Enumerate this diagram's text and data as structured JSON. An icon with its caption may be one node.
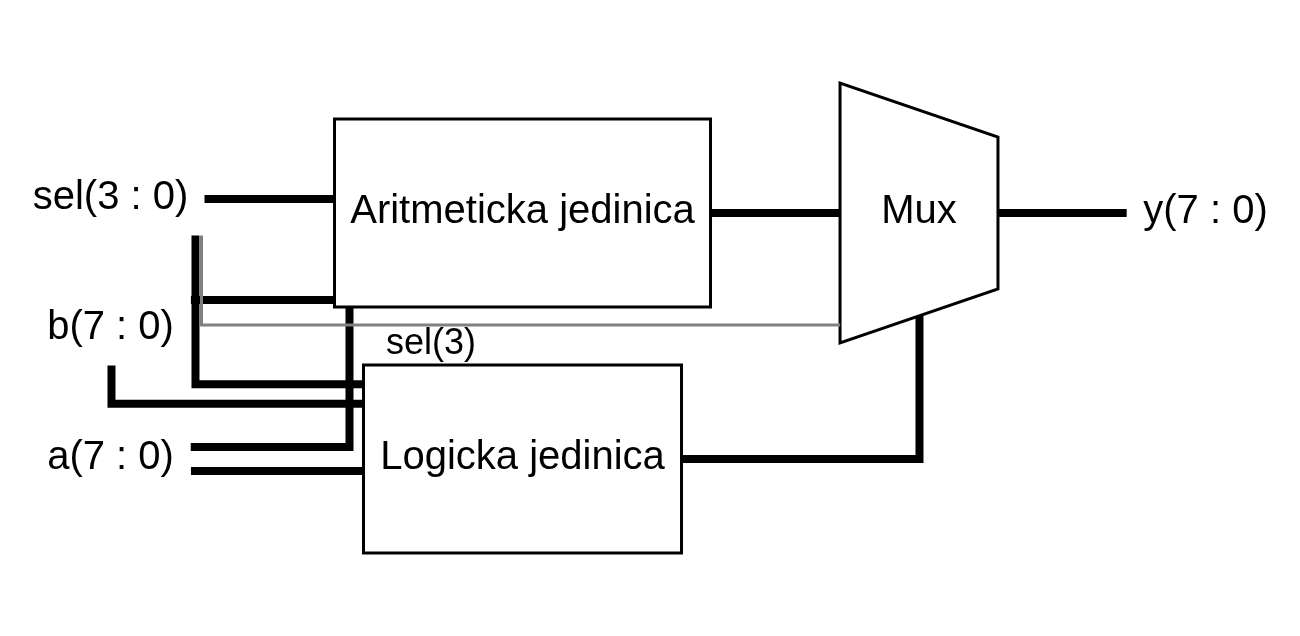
{
  "diagram": {
    "nodes": [
      {
        "text": [
          "a(7 : 0)"
        ]
      },
      {
        "text": [
          "b(7 : 0)"
        ]
      },
      {
        "text": [
          "sel(3 : 0)"
        ]
      },
      {
        "text": [
          "Logicka jedinica"
        ]
      },
      {
        "text": [
          "Aritmeticka jedinica"
        ]
      },
      {
        "text": [
          "Mux"
        ]
      },
      {
        "text": [
          "y(7 : 0)"
        ]
      }
    ],
    "edges": [
      {
        "from": 0,
        "to": 3,
        "arrow": "none"
      },
      {
        "from": 0,
        "to": 4,
        "arrow": "none"
      },
      {
        "from": 1,
        "to": 3,
        "arrow": "none"
      },
      {
        "from": 1,
        "to": 4,
        "arrow": "none"
      },
      {
        "from": 2,
        "to": 3,
        "arrow": "none"
      },
      {
        "from": 2,
        "to": 4,
        "arrow": "none"
      },
      {
        "from": 3,
        "to": 5,
        "arrow": "none"
      },
      {
        "from": 4,
        "to": 5,
        "arrow": "none"
      },
      {
        "from": 5,
        "to": 6,
        "arrow": "none"
      },
      {
        "from": 2,
        "to": 5,
        "arrow": "none",
        "label": "sel(3)",
        "color": "#808080"
      }
    ]
  }
}
